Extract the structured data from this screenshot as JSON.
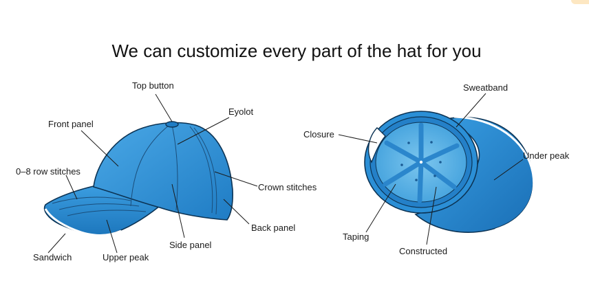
{
  "title": "We can customize every part of the hat for you",
  "colors": {
    "cap_blue": "#2b8fd6",
    "cap_blue_light": "#5bb3ea",
    "cap_blue_dark": "#1b6fb0",
    "outline": "#0c3354",
    "text": "#1a1a1a"
  },
  "left_labels": {
    "top_button": "Top button",
    "eyolot": "Eyolot",
    "front_panel": "Front panel",
    "row_stitches": "0–8 row stitches",
    "crown_stitches": "Crown stitches",
    "back_panel": "Back panel",
    "side_panel": "Side panel",
    "sandwich": "Sandwich",
    "upper_peak": "Upper peak"
  },
  "right_labels": {
    "sweatband": "Sweatband",
    "closure": "Closure",
    "under_peak": "Under peak",
    "taping": "Taping",
    "constructed": "Constructed"
  }
}
